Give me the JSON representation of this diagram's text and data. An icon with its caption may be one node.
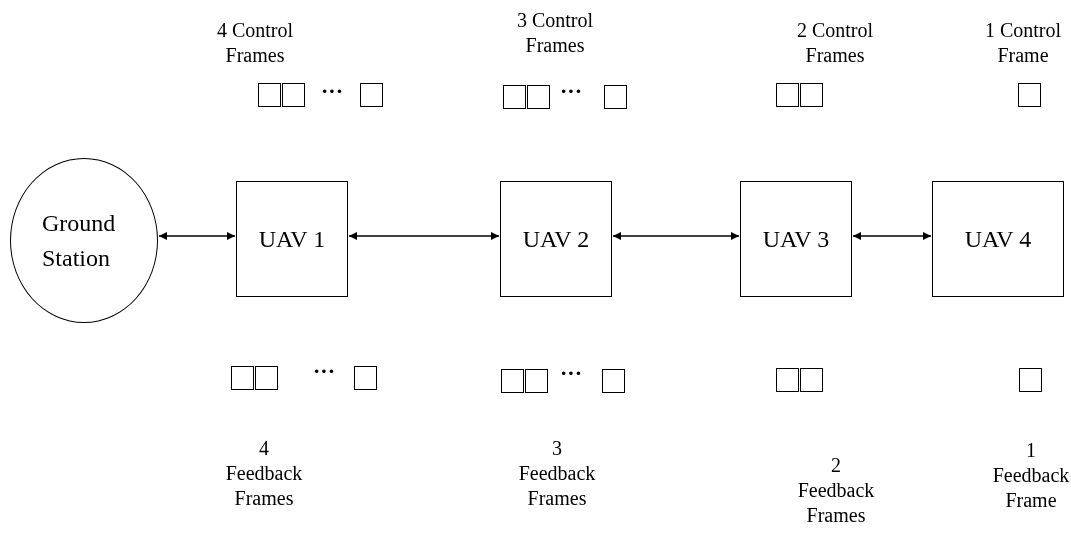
{
  "diagram": {
    "nodes": [
      {
        "text": [
          "Ground Station"
        ]
      },
      {
        "text": [
          "UAV 1"
        ]
      },
      {
        "text": [
          "UAV 2"
        ]
      },
      {
        "text": [
          "UAV 3"
        ]
      },
      {
        "text": [
          "UAV 4"
        ]
      }
    ],
    "edges": [
      {
        "from": 0,
        "to": 1,
        "arrow": "both"
      },
      {
        "from": 1,
        "to": 2,
        "arrow": "both"
      },
      {
        "from": 2,
        "to": 3,
        "arrow": "both"
      },
      {
        "from": 3,
        "to": 4,
        "arrow": "both"
      }
    ],
    "labels": [
      "4 Control Frames",
      "3 Control Frames",
      "2 Control Frames",
      "1 Control Frame",
      "···",
      "···",
      "···",
      "···",
      "4 Feedback Frames",
      "3 Feedback Frames",
      "2 Feedback Frames",
      "1 Feedback Frame"
    ]
  }
}
